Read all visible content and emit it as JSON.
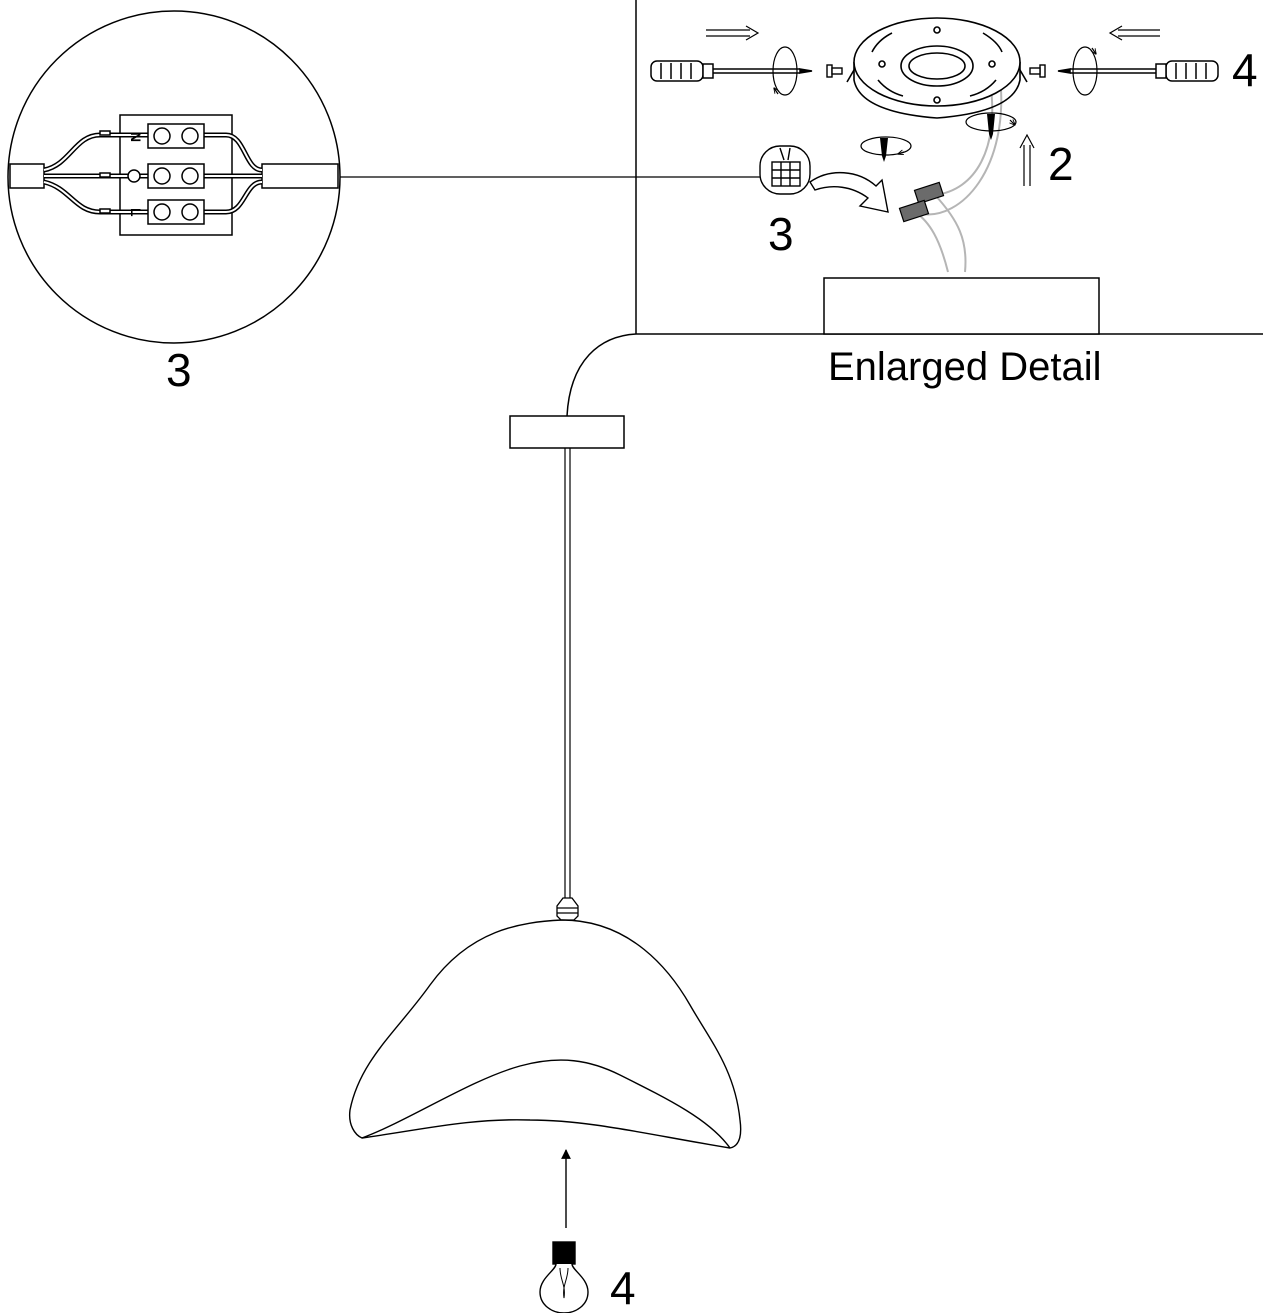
{
  "labels": {
    "detail_caption": "Enlarged Detail",
    "step_2": "2",
    "step_3_detail": "3",
    "step_3_circle": "3",
    "step_4_top": "4",
    "step_4_bulb": "4"
  },
  "terminal_block": {
    "rows": [
      "N",
      "",
      "L"
    ]
  },
  "colors": {
    "line": "#000000",
    "wire_grey": "#b5b5b5",
    "connector": "#6b6b6b",
    "background": "#ffffff"
  },
  "icons": [
    "screwdriver-icon",
    "screw-icon",
    "mounting-bracket-icon",
    "wire-connector-icon",
    "terminal-block-icon",
    "light-bulb-icon",
    "rotation-arrow-icon",
    "direction-arrow-icon"
  ]
}
